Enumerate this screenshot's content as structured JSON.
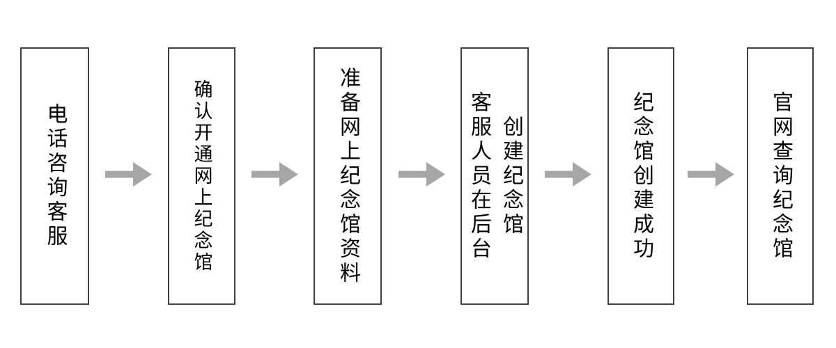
{
  "flow": {
    "steps": [
      {
        "label": "电话咨询客服"
      },
      {
        "label": "确认开通网上纪念馆"
      },
      {
        "label": "准备网上纪念馆资料"
      },
      {
        "label": "客服人员在后台\n创建纪念馆"
      },
      {
        "label": "纪念馆创建成功"
      },
      {
        "label": "官网查询纪念馆"
      }
    ],
    "colors": {
      "box_border": "#404040",
      "text": "#000000",
      "arrow": "#a6a6a6",
      "background": "#ffffff"
    }
  }
}
